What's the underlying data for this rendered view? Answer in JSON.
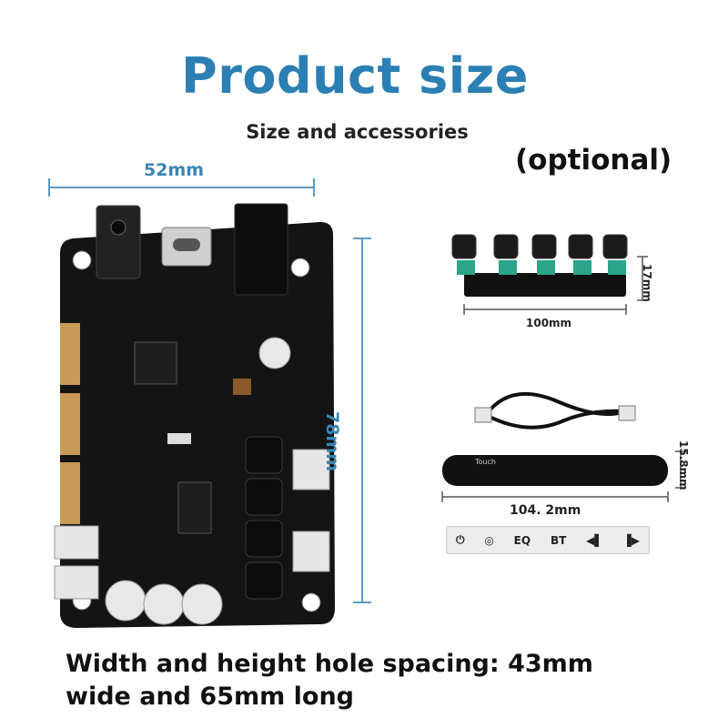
{
  "title": "Product size",
  "subtitle": "Size and accessories",
  "optional_label": "(optional)",
  "board": {
    "width_label": "52mm",
    "height_label": "78mm"
  },
  "knob_board": {
    "width_label": "100mm",
    "height_label": "17mm"
  },
  "touch_panel": {
    "width_label": "104. 2mm",
    "height_label": "15.8mm",
    "panel_text": "Touch",
    "keys": [
      "EQ",
      "BT"
    ]
  },
  "caption": {
    "line1": "Width and height hole spacing: 43mm",
    "line2": "wide and 65mm long"
  },
  "colors": {
    "title": "#2b7fb3",
    "dimension_lines": "#5b9bc4",
    "board": "#111111"
  }
}
